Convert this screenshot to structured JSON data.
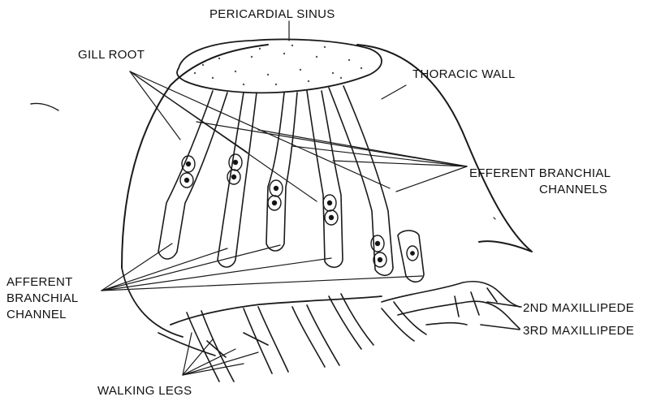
{
  "diagram": {
    "labels": {
      "pericardial_sinus": "PERICARDIAL SINUS",
      "gill_root": "GILL ROOT",
      "thoracic_wall": "THORACIC WALL",
      "efferent_line1": "EFFERENT BRANCHIAL",
      "efferent_line2": "CHANNELS",
      "afferent_line1": "AFFERENT",
      "afferent_line2": "BRANCHIAL",
      "afferent_line3": "CHANNEL",
      "second_maxillipede": "2ND MAXILLIPEDE",
      "third_maxillipede": "3RD MAXILLIPEDE",
      "walking_legs": "WALKING LEGS"
    }
  }
}
